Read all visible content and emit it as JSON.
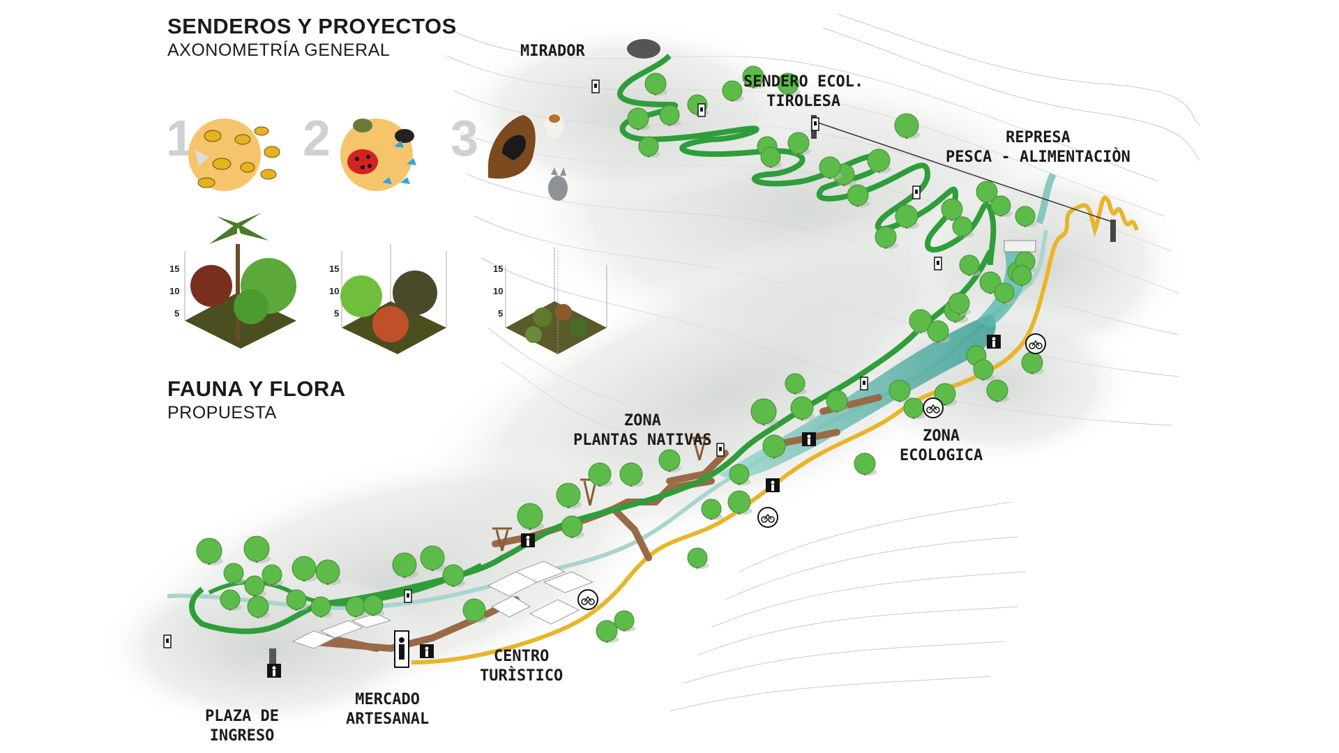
{
  "header": {
    "title": "SENDEROS Y PROYECTOS",
    "subtitle": "AXONOMETRÍA GENERAL"
  },
  "legend": {
    "title": "FAUNA Y FLORA",
    "subtitle": "PROPUESTA",
    "fauna_numbers": [
      "1",
      "2",
      "3"
    ],
    "scale_ticks": [
      "15",
      "10",
      "5"
    ],
    "fauna_icons": [
      "birds-icon",
      "insects-icon",
      "pets-icon"
    ],
    "flora_icons": [
      "tall-trees-icon",
      "medium-trees-icon",
      "shrubs-icon"
    ]
  },
  "map_labels": {
    "mirador": "MIRADOR",
    "sendero_1": "SENDERO ECOL.",
    "sendero_2": "TIROLESA",
    "represa_1": "REPRESA",
    "represa_2": "PESCA - ALIMENTACIÒN",
    "zona_plantas_1": "ZONA",
    "zona_plantas_2": "PLANTAS NATIVAS",
    "zona_eco_1": "ZONA",
    "zona_eco_2": "ECOLOGICA",
    "centro_1": "CENTRO",
    "centro_2": "TURÌSTICO",
    "mercado_1": "MERCADO",
    "mercado_2": "ARTESANAL",
    "plaza_1": "PLAZA DE",
    "plaza_2": "INGRESO"
  },
  "colors": {
    "trail_green": "#2e9e3a",
    "bike_path_yellow": "#e8b52a",
    "boardwalk_brown": "#9a6a46",
    "water_teal": "#4fb3a8",
    "tree_green": "#5dbb4a",
    "fauna_circle": "#f6c46a",
    "terrain_grey": "#d9dcd9"
  }
}
